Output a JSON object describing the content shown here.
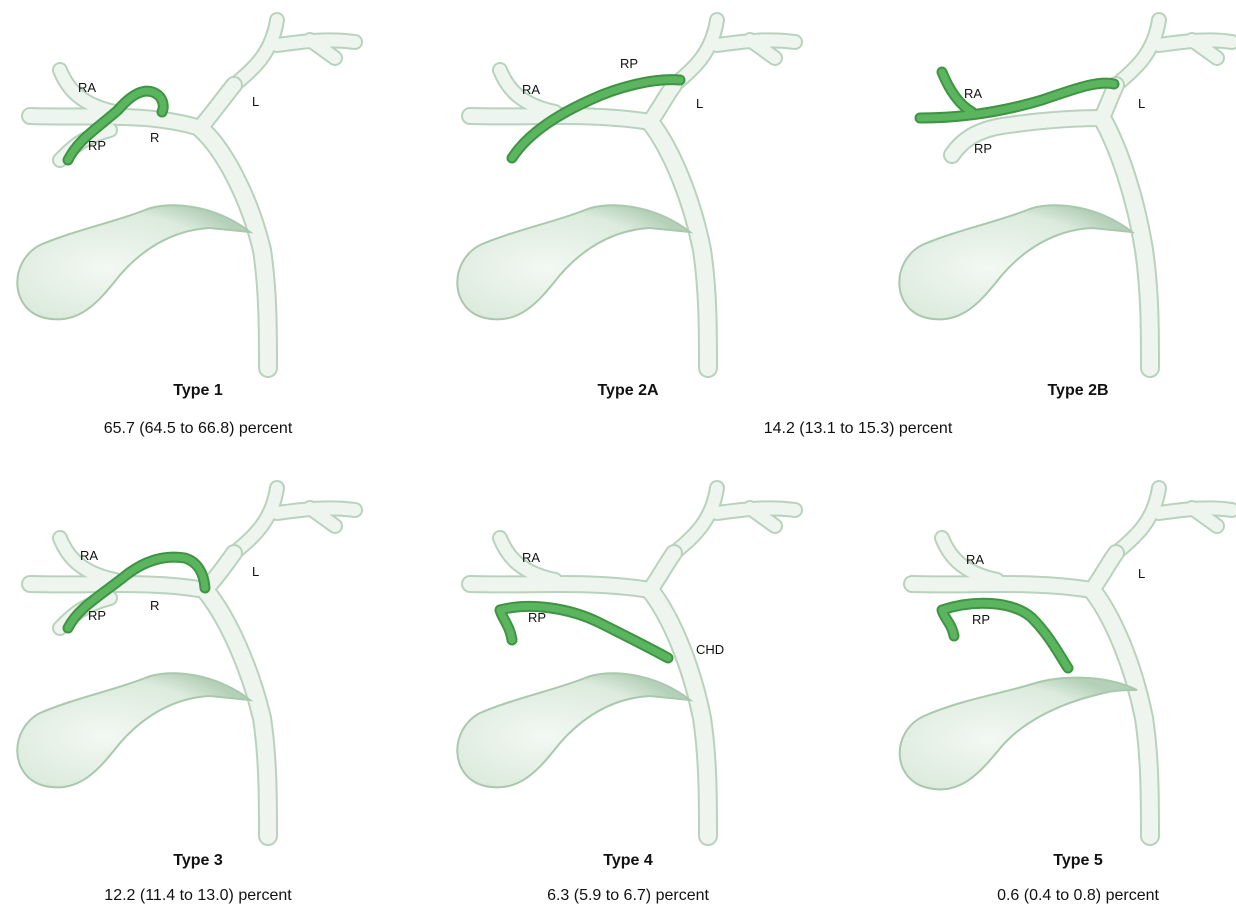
{
  "panels": [
    {
      "title": "Type 1",
      "labels": {
        "ra": "RA",
        "rp": "RP",
        "r": "R",
        "l": "L"
      }
    },
    {
      "title": "Type 2A",
      "labels": {
        "ra": "RA",
        "rp": "RP",
        "l": "L"
      }
    },
    {
      "title": "Type 2B",
      "labels": {
        "ra": "RA",
        "rp": "RP",
        "l": "L"
      }
    },
    {
      "title": "Type 3",
      "labels": {
        "ra": "RA",
        "rp": "RP",
        "r": "R",
        "l": "L"
      }
    },
    {
      "title": "Type 4",
      "labels": {
        "ra": "RA",
        "rp": "RP",
        "chd": "CHD"
      }
    },
    {
      "title": "Type 5",
      "labels": {
        "ra": "RA",
        "rp": "RP",
        "l": "L"
      }
    }
  ],
  "percentages": {
    "type1": "65.7 (64.5 to 66.8) percent",
    "type2": "14.2 (13.1 to 15.3) percent",
    "type3": "12.2 (11.4 to 13.0) percent",
    "type4": "6.3 (5.9 to 6.7) percent",
    "type5": "0.6 (0.4 to 0.8) percent"
  },
  "colors": {
    "duct_fill": "#eef5ef",
    "duct_outline": "#b9d2bd",
    "highlight": "#5ab55e",
    "highlight_dark": "#3f9444"
  }
}
